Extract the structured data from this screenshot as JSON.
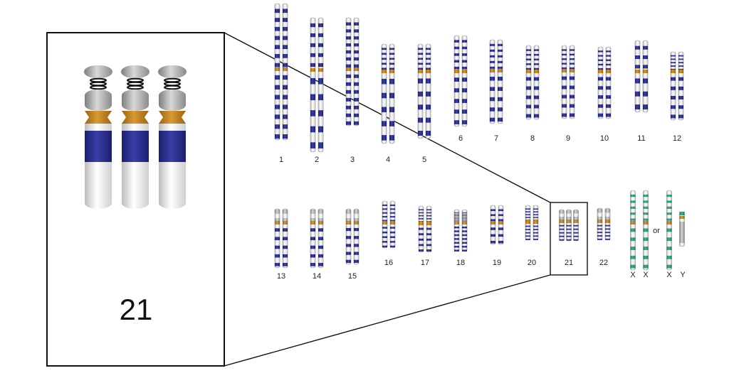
{
  "karyotype": {
    "row1": [
      {
        "label": "1",
        "bands": "dense"
      },
      {
        "label": "2",
        "bands": "medium"
      },
      {
        "label": "3",
        "bands": "dense"
      },
      {
        "label": "4",
        "bands": "medium"
      },
      {
        "label": "5",
        "bands": "medium"
      },
      {
        "label": "6",
        "bands": "medium"
      },
      {
        "label": "7",
        "bands": "medium"
      },
      {
        "label": "8",
        "bands": "medium"
      },
      {
        "label": "9",
        "bands": "medium"
      },
      {
        "label": "10",
        "bands": "medium"
      },
      {
        "label": "11",
        "bands": "light"
      },
      {
        "label": "12",
        "bands": "medium"
      }
    ],
    "row2": [
      {
        "label": "13",
        "bands": "acro"
      },
      {
        "label": "14",
        "bands": "acro"
      },
      {
        "label": "15",
        "bands": "acro"
      },
      {
        "label": "16",
        "bands": "medium"
      },
      {
        "label": "17",
        "bands": "medium"
      },
      {
        "label": "18",
        "bands": "dense"
      },
      {
        "label": "19",
        "bands": "light"
      },
      {
        "label": "20",
        "bands": "medium"
      },
      {
        "label": "21",
        "bands": "acro"
      },
      {
        "label": "22",
        "bands": "acro"
      }
    ],
    "sex": {
      "x_label": "X",
      "y_label": "Y",
      "or_label": "or"
    },
    "inset": {
      "label": "21"
    },
    "colors": {
      "band": "#2e3192",
      "centromere": "#c8861e",
      "body": "#f4f4f4",
      "sex_band": "#2a9a7a",
      "satellite": "#9a9a9a",
      "outline": "#111111"
    }
  }
}
